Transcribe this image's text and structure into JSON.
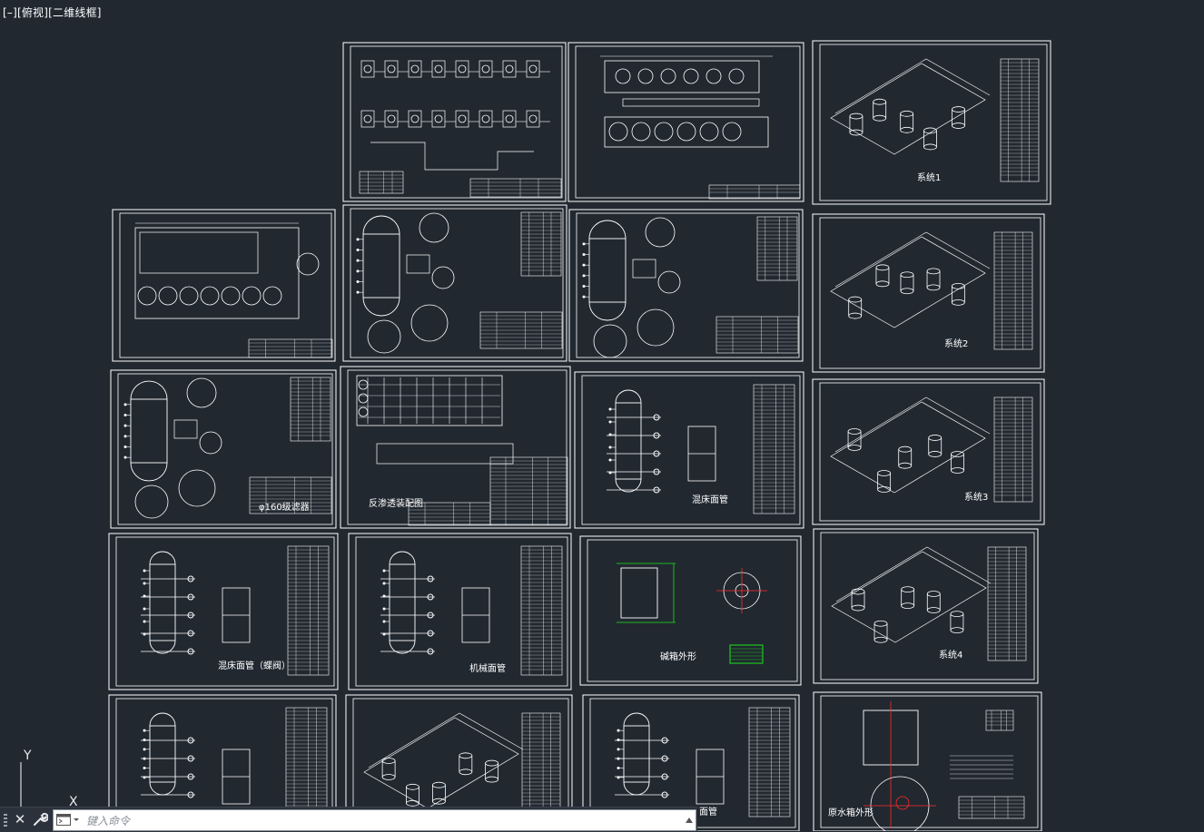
{
  "viewport": {
    "label": "[–][俯视][二维线框]"
  },
  "sheets": [
    {
      "name": "sheet-process-flow",
      "title": ""
    },
    {
      "name": "sheet-equipment-layout",
      "title": ""
    },
    {
      "name": "sheet-system-1",
      "title": "系统1"
    },
    {
      "name": "sheet-plan-view",
      "title": ""
    },
    {
      "name": "sheet-filter-vessel-a",
      "title": ""
    },
    {
      "name": "sheet-filter-vessel-b",
      "title": ""
    },
    {
      "name": "sheet-system-2",
      "title": "系统2"
    },
    {
      "name": "sheet-vessel-160",
      "title": "φ160级滤器"
    },
    {
      "name": "sheet-ro-rack",
      "title": "反渗透装配图"
    },
    {
      "name": "sheet-mixed-bed-piping",
      "title": "混床面管"
    },
    {
      "name": "sheet-system-3",
      "title": "系统3"
    },
    {
      "name": "sheet-mixed-bed-piping-valve",
      "title": "混床面管（蝶阀）"
    },
    {
      "name": "sheet-carbon-filter-piping",
      "title": "机械面管"
    },
    {
      "name": "sheet-alkali-tank",
      "title": "碱箱外形"
    },
    {
      "name": "sheet-system-4",
      "title": "系统4"
    },
    {
      "name": "sheet-vessel-bottom-a",
      "title": ""
    },
    {
      "name": "sheet-pipe-iso-bottom",
      "title": ""
    },
    {
      "name": "sheet-vessel-bottom-b",
      "title": "面管"
    },
    {
      "name": "sheet-raw-water-tank",
      "title": "原水箱外形"
    }
  ],
  "ucs": {
    "y_label": "Y",
    "x_label": "X"
  },
  "command_line": {
    "close_icon": "close-icon",
    "settings_icon": "wrench-icon",
    "prompt_icon": "command-prompt-icon",
    "placeholder": "键入命令"
  },
  "colors": {
    "background": "#212830",
    "linework": "#ffffff",
    "highlight_red": "#ff2b2b",
    "highlight_green": "#19e619"
  }
}
